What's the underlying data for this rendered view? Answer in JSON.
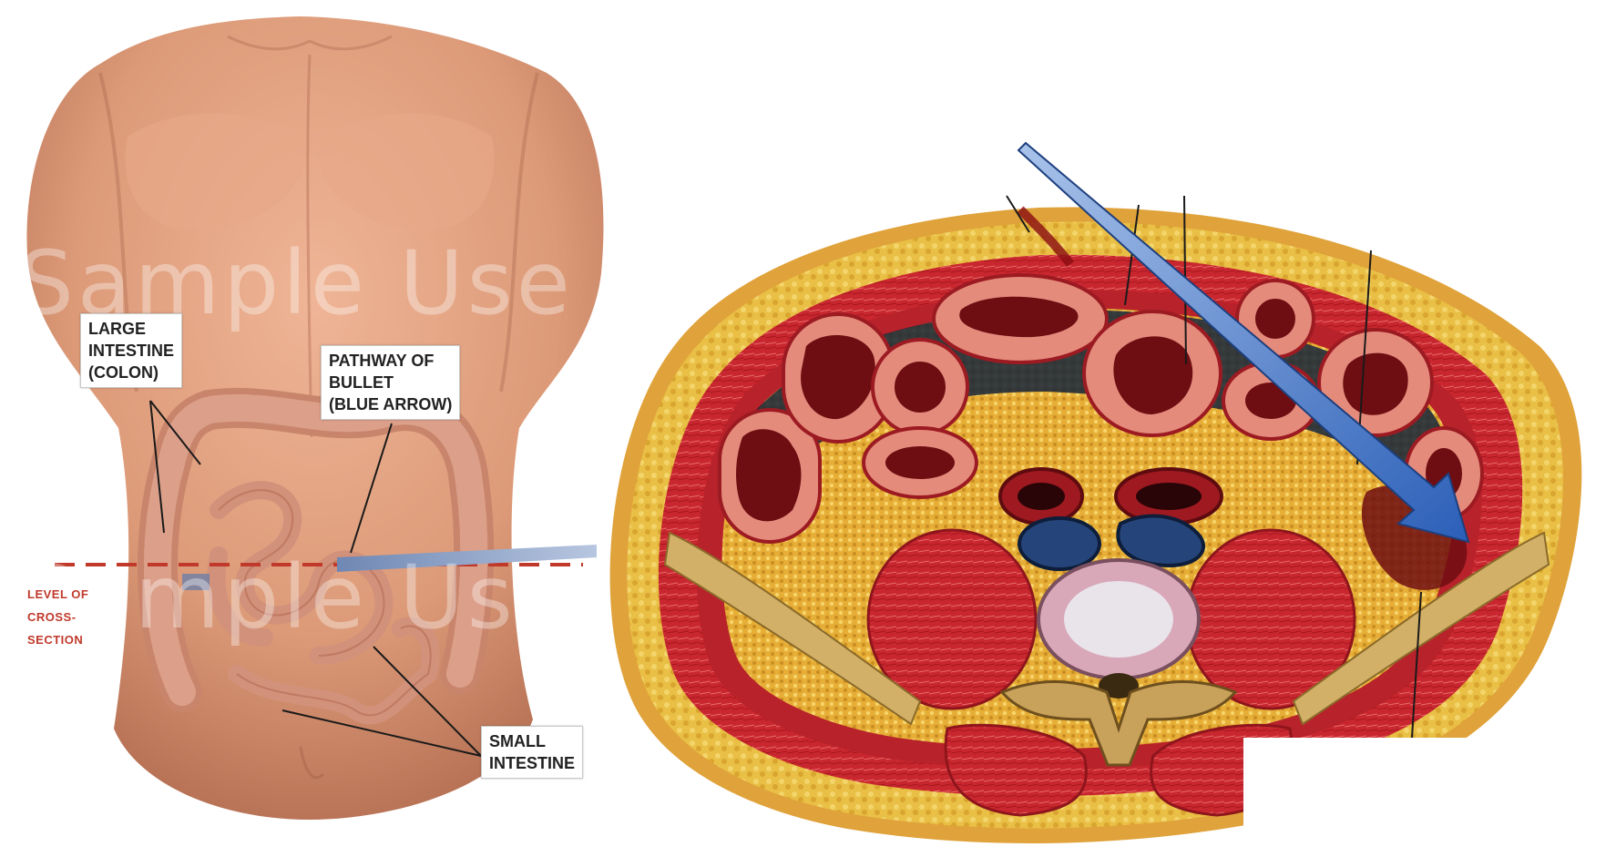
{
  "labels": {
    "large_intestine": [
      "LARGE",
      "INTESTINE",
      "(COLON)"
    ],
    "pathway": [
      "PATHWAY OF",
      "BULLET",
      "(BLUE ARROW)"
    ],
    "small_intestine": [
      "SMALL",
      "INTESTINE"
    ],
    "cross_section": [
      "LEVEL OF",
      "CROSS-",
      "SECTION"
    ]
  },
  "watermark": [
    "Sample Use",
    "Sample Use"
  ],
  "colors": {
    "skin": "#d99877",
    "skin_shadow": "#b8735a",
    "muscle": "#c6272f",
    "fat": "#e2b640",
    "bowel_lumen": "#6e0d12",
    "bullet_arrow": "#3a6fc4",
    "level_line": "#c0392b"
  }
}
